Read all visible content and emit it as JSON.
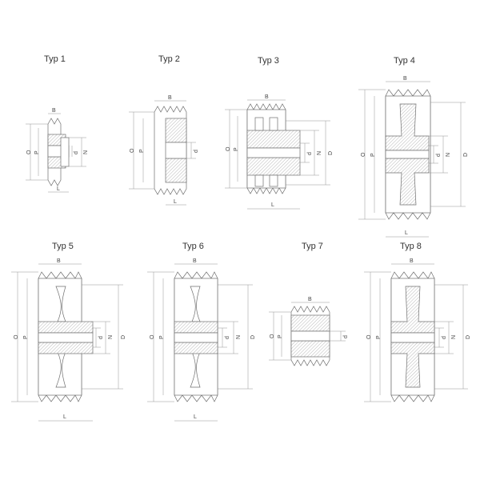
{
  "types": [
    {
      "title": "Typ 1",
      "labels": {
        "B": "B",
        "O": "O",
        "P": "P",
        "d": "d",
        "N": "N",
        "L": "L"
      }
    },
    {
      "title": "Typ 2",
      "labels": {
        "B": "B",
        "O": "O",
        "P": "P",
        "d": "d",
        "L": "L"
      }
    },
    {
      "title": "Typ 3",
      "labels": {
        "B": "B",
        "O": "O",
        "P": "P",
        "d": "d",
        "N": "N",
        "D": "D",
        "L": "L"
      }
    },
    {
      "title": "Typ 4",
      "labels": {
        "B": "B",
        "O": "O",
        "P": "P",
        "d": "d",
        "N": "N",
        "D": "D",
        "L": "L"
      }
    },
    {
      "title": "Typ 5",
      "labels": {
        "B": "B",
        "O": "O",
        "P": "P",
        "d": "d",
        "N": "N",
        "D": "D",
        "L": "L"
      }
    },
    {
      "title": "Typ 6",
      "labels": {
        "B": "B",
        "O": "O",
        "P": "P",
        "d": "d",
        "N": "N",
        "D": "D",
        "L": "L"
      }
    },
    {
      "title": "Typ 7",
      "labels": {
        "B": "B",
        "O": "O",
        "P": "P",
        "d": "d"
      }
    },
    {
      "title": "Typ 8",
      "labels": {
        "B": "B",
        "O": "O",
        "P": "P",
        "d": "d",
        "N": "N",
        "D": "D"
      }
    }
  ],
  "colors": {
    "line": "#6f6f6f",
    "hatch": "#9a9a9a",
    "text": "#333333"
  }
}
